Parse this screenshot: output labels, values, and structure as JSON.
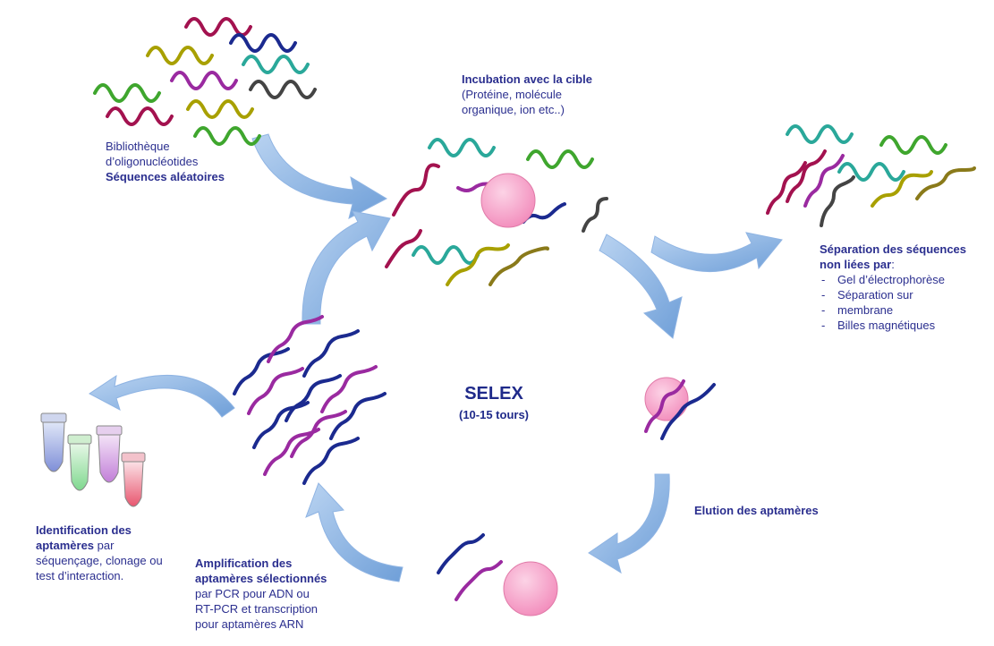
{
  "center": {
    "title": "SELEX",
    "rounds": "(10-15 tours)"
  },
  "library": {
    "line1": "Bibliothèque",
    "line2": "d’oligonucléotides",
    "line3": "Séquences aléatoires"
  },
  "incubation": {
    "title": "Incubation avec la cible",
    "line1": "(Protéine, molécule",
    "line2": "organique, ion etc..)"
  },
  "separation": {
    "title1": "Séparation des séquences",
    "title2_bold": "non liées par",
    "title2_tail": ":",
    "items": [
      "Gel d’électrophorèse",
      "Séparation sur",
      "membrane",
      "Billes magnétiques"
    ]
  },
  "elution": {
    "title": "Elution des aptamères"
  },
  "amplification": {
    "title1": "Amplification des",
    "title2": "aptamères sélectionnés",
    "line1": "par PCR pour ADN ou",
    "line2": "RT-PCR et transcription",
    "line3": "pour aptamères ARN"
  },
  "identification": {
    "title1": "Identification des",
    "title2_bold": "aptamères",
    "title2_tail": " par",
    "line1": "séquençage, clonage ou",
    "line2": "test d’interaction."
  },
  "colors": {
    "text": "#2b2f8f",
    "arrow": "#8fb7e6",
    "target": "#f7a8cc",
    "strand_red": "#a3124f",
    "strand_purple": "#9a2aa0",
    "strand_blue": "#1b2a8f",
    "strand_teal": "#2aa89a",
    "strand_green": "#3fa62e",
    "strand_olive": "#a8a000",
    "strand_gray": "#444444"
  }
}
